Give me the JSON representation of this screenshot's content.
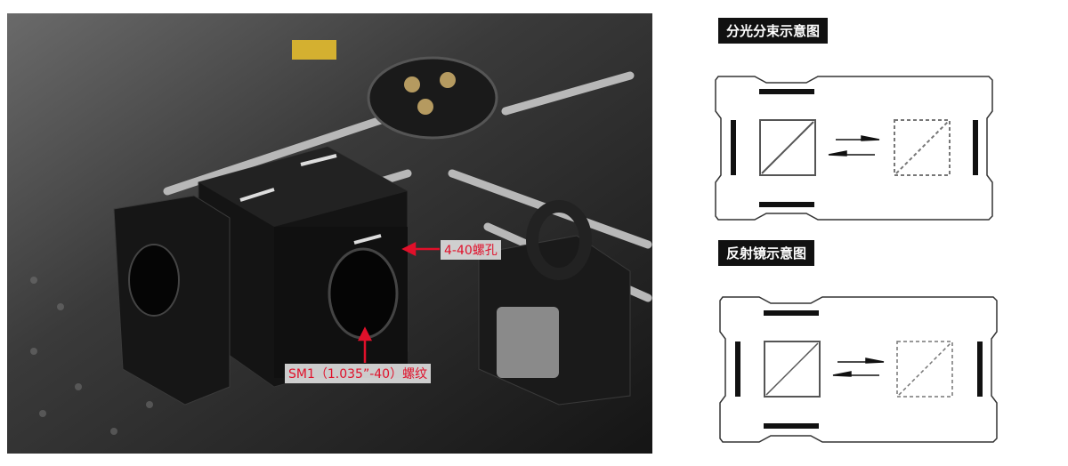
{
  "photo": {
    "annotations": {
      "hole_label": "4-40螺孔",
      "thread_label": "SM1（1.035”-40）螺纹"
    },
    "annotation_color": "#e0102a"
  },
  "diagrams": {
    "beam_split_title": "分光分束示意图",
    "mirror_title": "反射镜示意图"
  }
}
